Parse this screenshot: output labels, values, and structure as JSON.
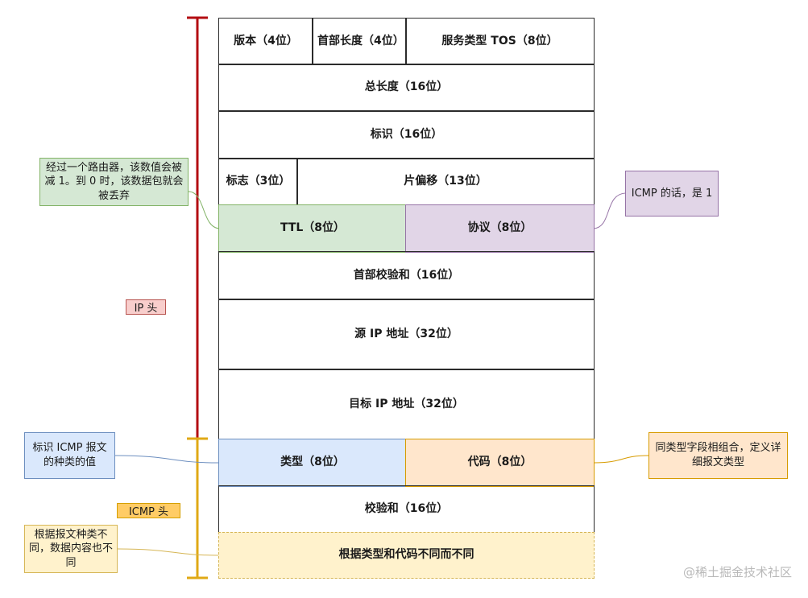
{
  "colors": {
    "ip_bracket": "#b30d12",
    "icmp_bracket": "#e0a915",
    "ttl_fill": "#d5e8d4",
    "protocol_fill": "#e1d5e7",
    "type_fill": "#dae8fc",
    "code_fill": "#ffe6cc",
    "data_fill": "#fff2cc"
  },
  "ip_header": {
    "label": "IP 头",
    "version": "版本（4位）",
    "header_length": "首部长度（4位）",
    "tos": "服务类型 TOS（8位）",
    "total_length": "总长度（16位）",
    "identification": "标识（16位）",
    "flags": "标志（3位）",
    "fragment_offset": "片偏移（13位）",
    "ttl": "TTL（8位）",
    "protocol": "协议（8位）",
    "checksum": "首部校验和（16位）",
    "source_ip": "源 IP 地址（32位）",
    "dest_ip": "目标 IP 地址（32位）"
  },
  "icmp_header": {
    "label": "ICMP 头",
    "type": "类型（8位）",
    "code": "代码（8位）",
    "checksum": "校验和（16位）",
    "data": "根据类型和代码不同而不同"
  },
  "notes": {
    "ttl_note": "经过一个路由器，该数值会被减 1。到 0 时，该数据包就会被丢弃",
    "protocol_note": "ICMP 的话，是 1",
    "type_note": "标识 ICMP 报文的种类的值",
    "code_note": "同类型字段相组合，定义详细报文类型",
    "data_note": "根据报文种类不同，数据内容也不同"
  },
  "watermark": "@稀土掘金技术社区"
}
